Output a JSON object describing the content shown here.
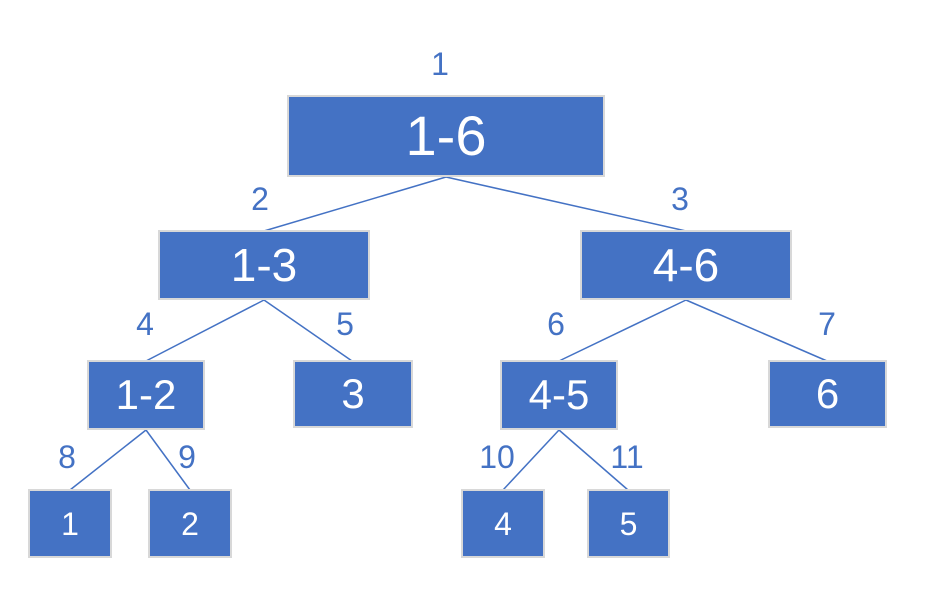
{
  "diagram": {
    "type": "binary-tree",
    "colors": {
      "background": "#FFFFFF",
      "node_fill": "#4472C4",
      "node_border": "#D8D8D8",
      "node_text": "#FFFFFF",
      "connector": "#4472C4",
      "index_label": "#4472C4"
    },
    "nodes": [
      {
        "index": "1",
        "label": "1-6"
      },
      {
        "index": "2",
        "label": "1-3"
      },
      {
        "index": "3",
        "label": "4-6"
      },
      {
        "index": "4",
        "label": "1-2"
      },
      {
        "index": "5",
        "label": "3"
      },
      {
        "index": "6",
        "label": "4-5"
      },
      {
        "index": "7",
        "label": "6"
      },
      {
        "index": "8",
        "label": "1"
      },
      {
        "index": "9",
        "label": "2"
      },
      {
        "index": "10",
        "label": "4"
      },
      {
        "index": "11",
        "label": "5"
      }
    ],
    "edges": [
      {
        "from": "1",
        "to": "2"
      },
      {
        "from": "1",
        "to": "3"
      },
      {
        "from": "2",
        "to": "4"
      },
      {
        "from": "2",
        "to": "5"
      },
      {
        "from": "3",
        "to": "6"
      },
      {
        "from": "3",
        "to": "7"
      },
      {
        "from": "4",
        "to": "8"
      },
      {
        "from": "4",
        "to": "9"
      },
      {
        "from": "6",
        "to": "10"
      },
      {
        "from": "6",
        "to": "11"
      }
    ]
  }
}
